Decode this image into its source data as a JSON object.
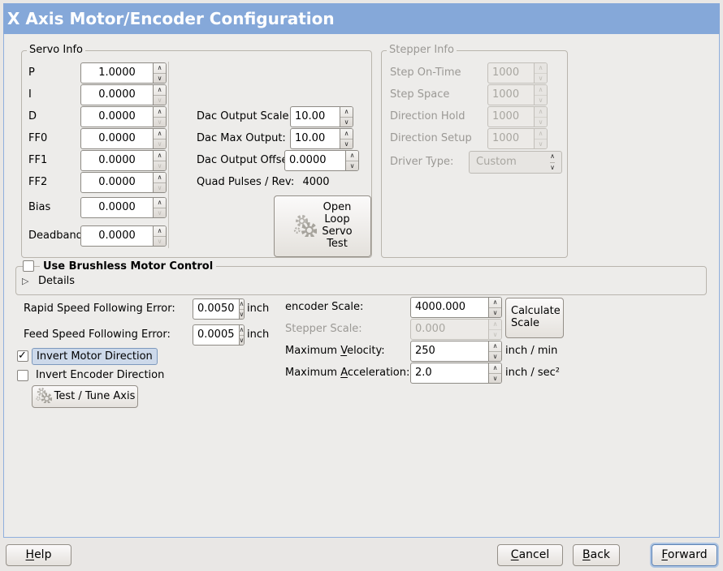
{
  "window": {
    "title": "X Axis Motor/Encoder Configuration"
  },
  "colors": {
    "titlebar": "#85a8d9",
    "content_border": "#8fafdd",
    "focus_highlight": "#cdd9ea",
    "disabled_text": "#9b9995"
  },
  "icons": {
    "spin_up": "∧",
    "spin_down": "∨",
    "check": "✓",
    "expander_collapsed": "▷"
  },
  "servo_info": {
    "title": "Servo Info",
    "fields": [
      {
        "label": "P",
        "value": "1.0000",
        "down_disabled": false
      },
      {
        "label": "I",
        "value": "0.0000",
        "down_disabled": true
      },
      {
        "label": "D",
        "value": "0.0000",
        "down_disabled": true
      },
      {
        "label": "FF0",
        "value": "0.0000",
        "down_disabled": true
      },
      {
        "label": "FF1",
        "value": "0.0000",
        "down_disabled": true
      },
      {
        "label": "FF2",
        "value": "0.0000",
        "down_disabled": true
      },
      {
        "label": "Bias",
        "value": "0.0000",
        "down_disabled": true
      },
      {
        "label": "Deadband",
        "value": "0.0000",
        "down_disabled": true
      }
    ],
    "dac": [
      {
        "label": "Dac Output Scale:",
        "value": "10.00"
      },
      {
        "label": "Dac Max Output:",
        "value": "10.00"
      },
      {
        "label": "Dac Output Offset:",
        "value": "0.0000"
      }
    ],
    "quad_label": "Quad Pulses / Rev:",
    "quad_value": "4000",
    "open_loop_button_lines": [
      "Open",
      "Loop",
      "Servo",
      "Test"
    ]
  },
  "stepper_info": {
    "title": "Stepper Info",
    "fields": [
      {
        "label": "Step On-Time",
        "value": "1000"
      },
      {
        "label": "Step Space",
        "value": "1000"
      },
      {
        "label": "Direction Hold",
        "value": "1000"
      },
      {
        "label": "Direction Setup",
        "value": "1000"
      }
    ],
    "driver_type_label": "Driver Type:",
    "driver_type_value": "Custom"
  },
  "brushless": {
    "checkbox_label": "Use Brushless Motor Control",
    "checked": false,
    "details_label": "Details"
  },
  "following_error": {
    "rapid_label": "Rapid Speed Following Error:",
    "rapid_value": "0.0050",
    "rapid_unit": "inch",
    "feed_label": "Feed Speed Following Error:",
    "feed_value": "0.0005",
    "feed_unit": "inch"
  },
  "scale": {
    "encoder_label": "encoder Scale:",
    "encoder_value": "4000.000",
    "stepper_label": "Stepper Scale:",
    "stepper_value": "0.000",
    "calculate_button": "Calculate Scale",
    "velocity_label": "Maximum _Velocity:",
    "velocity_value": "250",
    "velocity_unit": "inch / min",
    "accel_label": "Maximum _Acceleration:",
    "accel_value": "2.0",
    "accel_unit": "inch / sec²"
  },
  "direction": {
    "invert_motor_label": "Invert Motor Direction",
    "invert_motor_checked": true,
    "invert_encoder_label": "Invert Encoder Direction",
    "invert_encoder_checked": false,
    "test_tune_button": "Test / Tune Axis"
  },
  "footer": {
    "help": "_Help",
    "cancel": "_Cancel",
    "back": "_Back",
    "forward": "_Forward"
  }
}
